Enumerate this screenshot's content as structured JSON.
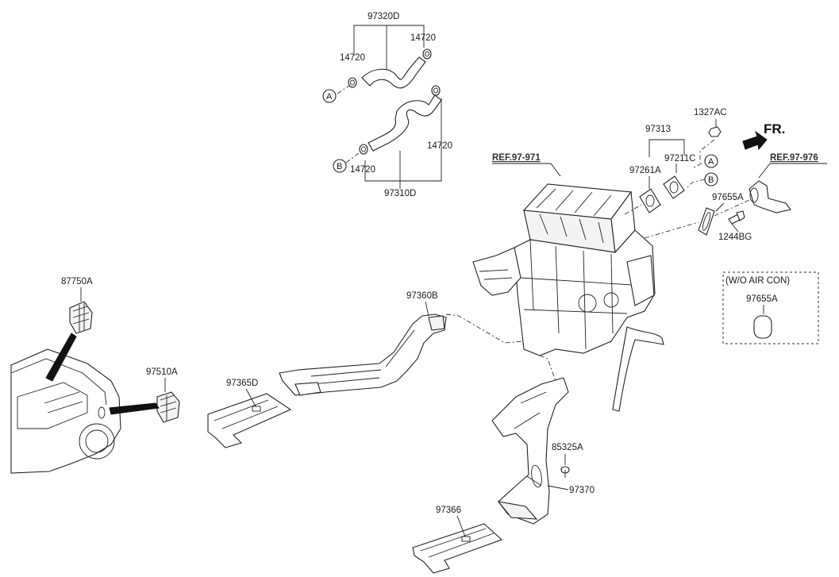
{
  "labels": {
    "p97320D": "97320D",
    "p14720_a": "14720",
    "p14720_b": "14720",
    "p14720_c": "14720",
    "p14720_d": "14720",
    "p97310D": "97310D",
    "circle_a1": "A",
    "circle_b1": "B",
    "p1327AC": "1327AC",
    "p97313": "97313",
    "p97211C": "97211C",
    "p97261A": "97261A",
    "circle_a2": "A",
    "circle_b2": "B",
    "p97655A": "97655A",
    "p1244BG": "1244BG",
    "ref_97_971": "REF.97-971",
    "ref_97_976": "REF.97-976",
    "fr": "FR.",
    "wo_aircon": "(W/O AIR CON)",
    "p97655A_alt": "97655A",
    "p87750A": "87750A",
    "p97510A": "97510A",
    "p97360B": "97360B",
    "p97365D": "97365D",
    "p85325A": "85325A",
    "p97370": "97370",
    "p97366": "97366"
  }
}
